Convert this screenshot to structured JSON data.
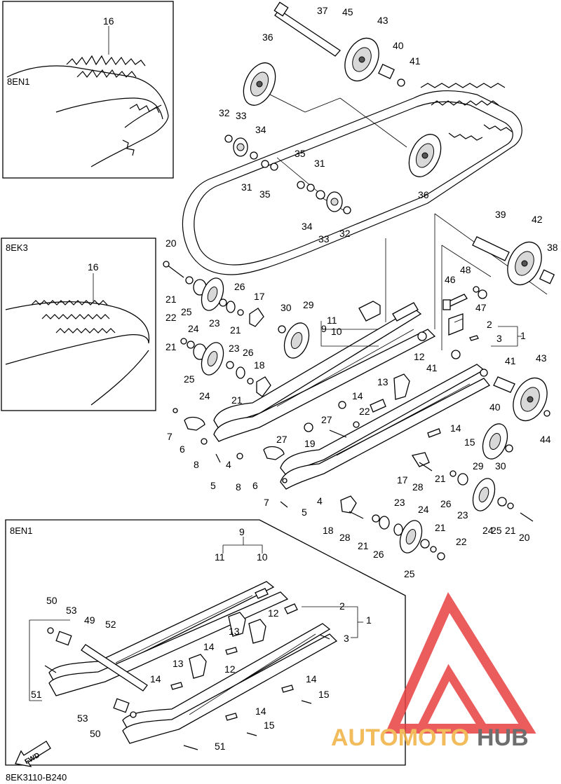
{
  "panels": {
    "top_left_tag": "8EN1",
    "mid_left_tag": "8EK3",
    "bottom_tag": "8EN1"
  },
  "footer": {
    "diagram_code": "8EK3110-B240",
    "fwd_label": "FWD"
  },
  "watermark": {
    "brand_a": "AUTOMOTO",
    "brand_b": "HUB",
    "color_orange": "#f0b040",
    "color_red": "#e84040"
  },
  "callouts": [
    {
      "id": "c1",
      "text": "16"
    },
    {
      "id": "c2",
      "text": "16"
    },
    {
      "id": "c3",
      "text": "37"
    },
    {
      "id": "c4",
      "text": "45"
    },
    {
      "id": "c5",
      "text": "43"
    },
    {
      "id": "c6",
      "text": "40"
    },
    {
      "id": "c7",
      "text": "41"
    },
    {
      "id": "c8",
      "text": "36"
    },
    {
      "id": "c9",
      "text": "32"
    },
    {
      "id": "c10",
      "text": "33"
    },
    {
      "id": "c11",
      "text": "34"
    },
    {
      "id": "c12",
      "text": "35"
    },
    {
      "id": "c13",
      "text": "31"
    },
    {
      "id": "c14",
      "text": "31"
    },
    {
      "id": "c15",
      "text": "35"
    },
    {
      "id": "c16",
      "text": "34"
    },
    {
      "id": "c17",
      "text": "33"
    },
    {
      "id": "c18",
      "text": "32"
    },
    {
      "id": "c19",
      "text": "36"
    },
    {
      "id": "c20",
      "text": "39"
    },
    {
      "id": "c21",
      "text": "42"
    },
    {
      "id": "c22",
      "text": "38"
    },
    {
      "id": "c23",
      "text": "48"
    },
    {
      "id": "c24",
      "text": "46"
    },
    {
      "id": "c25",
      "text": "47"
    },
    {
      "id": "c26",
      "text": "20"
    },
    {
      "id": "c27",
      "text": "21"
    },
    {
      "id": "c28",
      "text": "25"
    },
    {
      "id": "c29",
      "text": "24"
    },
    {
      "id": "c30",
      "text": "26"
    },
    {
      "id": "c31",
      "text": "17"
    },
    {
      "id": "c32",
      "text": "23"
    },
    {
      "id": "c33",
      "text": "21"
    },
    {
      "id": "c34",
      "text": "22"
    },
    {
      "id": "c35",
      "text": "21"
    },
    {
      "id": "c36",
      "text": "25"
    },
    {
      "id": "c37",
      "text": "24"
    },
    {
      "id": "c38",
      "text": "23"
    },
    {
      "id": "c39",
      "text": "26"
    },
    {
      "id": "c40",
      "text": "18"
    },
    {
      "id": "c41",
      "text": "21"
    },
    {
      "id": "c42",
      "text": "30"
    },
    {
      "id": "c43",
      "text": "29"
    },
    {
      "id": "c44",
      "text": "11"
    },
    {
      "id": "c45",
      "text": "9"
    },
    {
      "id": "c46",
      "text": "10"
    },
    {
      "id": "c47",
      "text": "2"
    },
    {
      "id": "c48",
      "text": "3"
    },
    {
      "id": "c49",
      "text": "1"
    },
    {
      "id": "c50",
      "text": "41"
    },
    {
      "id": "c51",
      "text": "12"
    },
    {
      "id": "c52",
      "text": "13"
    },
    {
      "id": "c53",
      "text": "14"
    },
    {
      "id": "c54",
      "text": "22"
    },
    {
      "id": "c55",
      "text": "41"
    },
    {
      "id": "c56",
      "text": "43"
    },
    {
      "id": "c57",
      "text": "40"
    },
    {
      "id": "c58",
      "text": "44"
    },
    {
      "id": "c59",
      "text": "7"
    },
    {
      "id": "c60",
      "text": "6"
    },
    {
      "id": "c61",
      "text": "8"
    },
    {
      "id": "c62",
      "text": "4"
    },
    {
      "id": "c63",
      "text": "27"
    },
    {
      "id": "c64",
      "text": "27"
    },
    {
      "id": "c65",
      "text": "19"
    },
    {
      "id": "c66",
      "text": "14"
    },
    {
      "id": "c67",
      "text": "15"
    },
    {
      "id": "c68",
      "text": "29"
    },
    {
      "id": "c69",
      "text": "30"
    },
    {
      "id": "c70",
      "text": "5"
    },
    {
      "id": "c71",
      "text": "8"
    },
    {
      "id": "c72",
      "text": "6"
    },
    {
      "id": "c73",
      "text": "7"
    },
    {
      "id": "c74",
      "text": "4"
    },
    {
      "id": "c75",
      "text": "5"
    },
    {
      "id": "c76",
      "text": "17"
    },
    {
      "id": "c77",
      "text": "28"
    },
    {
      "id": "c78",
      "text": "21"
    },
    {
      "id": "c79",
      "text": "26"
    },
    {
      "id": "c80",
      "text": "23"
    },
    {
      "id": "c81",
      "text": "24"
    },
    {
      "id": "c82",
      "text": "18"
    },
    {
      "id": "c83",
      "text": "28"
    },
    {
      "id": "c84",
      "text": "21"
    },
    {
      "id": "c85",
      "text": "26"
    },
    {
      "id": "c86",
      "text": "23"
    },
    {
      "id": "c87",
      "text": "24"
    },
    {
      "id": "c88",
      "text": "25"
    },
    {
      "id": "c89",
      "text": "21"
    },
    {
      "id": "c90",
      "text": "20"
    },
    {
      "id": "c91",
      "text": "25"
    },
    {
      "id": "c92",
      "text": "21"
    },
    {
      "id": "c93",
      "text": "22"
    },
    {
      "id": "c94",
      "text": "9"
    },
    {
      "id": "c95",
      "text": "11"
    },
    {
      "id": "c96",
      "text": "10"
    },
    {
      "id": "c97",
      "text": "50"
    },
    {
      "id": "c98",
      "text": "53"
    },
    {
      "id": "c99",
      "text": "49"
    },
    {
      "id": "c100",
      "text": "52"
    },
    {
      "id": "c101",
      "text": "12"
    },
    {
      "id": "c102",
      "text": "2"
    },
    {
      "id": "c103",
      "text": "1"
    },
    {
      "id": "c104",
      "text": "3"
    },
    {
      "id": "c105",
      "text": "13"
    },
    {
      "id": "c106",
      "text": "14"
    },
    {
      "id": "c107",
      "text": "12"
    },
    {
      "id": "c108",
      "text": "13"
    },
    {
      "id": "c109",
      "text": "14"
    },
    {
      "id": "c110",
      "text": "14"
    },
    {
      "id": "c111",
      "text": "15"
    },
    {
      "id": "c112",
      "text": "51"
    },
    {
      "id": "c113",
      "text": "53"
    },
    {
      "id": "c114",
      "text": "50"
    },
    {
      "id": "c115",
      "text": "14"
    },
    {
      "id": "c116",
      "text": "15"
    },
    {
      "id": "c117",
      "text": "51"
    }
  ]
}
